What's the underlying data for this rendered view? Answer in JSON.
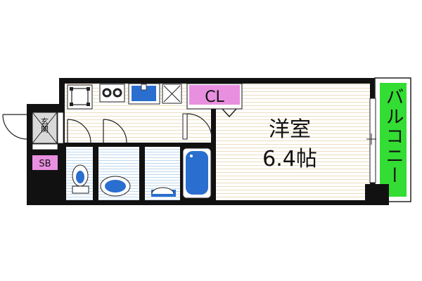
{
  "rooms": {
    "western_room": {
      "name": "洋室",
      "size": "6.4帖"
    },
    "closet": "CL",
    "balcony": "バルコニー",
    "entrance": "玄関",
    "shoe_box": "SB"
  },
  "colors": {
    "wall": "#111111",
    "floor_stripes": "#e0c89a",
    "wet_area_stripes": "#9fc3e4",
    "closet": "#e98fe0",
    "balcony": "#33dd33",
    "fixture_blue": "#2a6fcf",
    "entrance_floor": "#d9d9d9"
  },
  "icons": [
    "fridge-icon",
    "stove-icon",
    "sink-icon",
    "washer-icon",
    "toilet-icon",
    "washbasin-icon",
    "bathtub-icon"
  ]
}
